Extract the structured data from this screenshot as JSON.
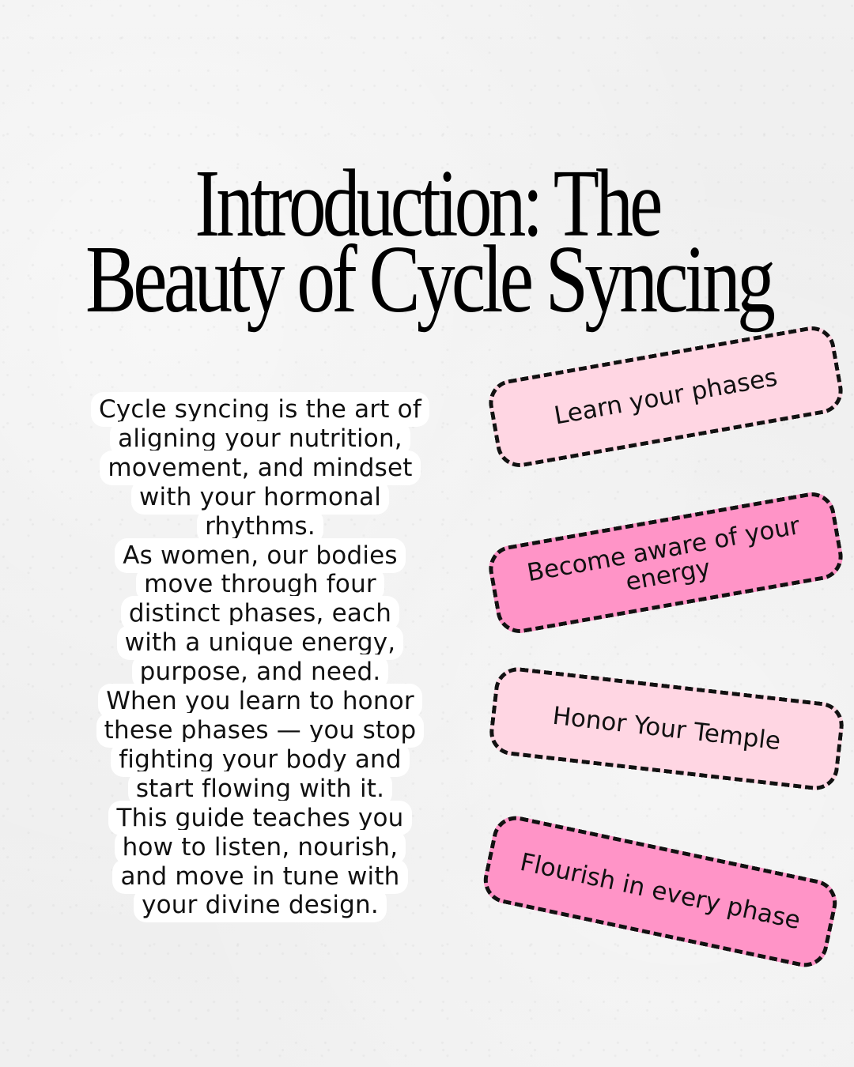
{
  "title": {
    "line1": "Introduction: The",
    "line2": "Beauty of Cycle Syncing"
  },
  "body": {
    "paragraphs": [
      [
        "Cycle syncing is the art of",
        "aligning your nutrition,",
        "movement, and mindset",
        "with your hormonal",
        "rhythms."
      ],
      [
        "As women, our bodies",
        "move through four",
        "distinct phases, each",
        "with a unique energy,",
        "purpose, and need."
      ],
      [
        "When you learn to honor",
        "these phases — you stop",
        "fighting your body and",
        "start flowing with it."
      ],
      [
        "This guide teaches you",
        "how to listen, nourish,",
        "and move in tune with",
        "your divine design."
      ]
    ]
  },
  "tags": [
    {
      "label": "Learn your phases",
      "style": "light",
      "color": "#ffd6e3",
      "rotation_deg": -10
    },
    {
      "label": "Become aware of your energy",
      "style": "hot",
      "color": "#ff94c7",
      "rotation_deg": -10
    },
    {
      "label": "Honor Your Temple",
      "style": "light",
      "color": "#ffd6e3",
      "rotation_deg": 6.5
    },
    {
      "label": "Flourish in every phase",
      "style": "hot",
      "color": "#ff94c7",
      "rotation_deg": 12
    }
  ],
  "colors": {
    "background": "#efefef",
    "text": "#111111",
    "highlight": "#ffffff",
    "pink_light": "#ffd6e3",
    "pink_hot": "#ff94c7"
  }
}
